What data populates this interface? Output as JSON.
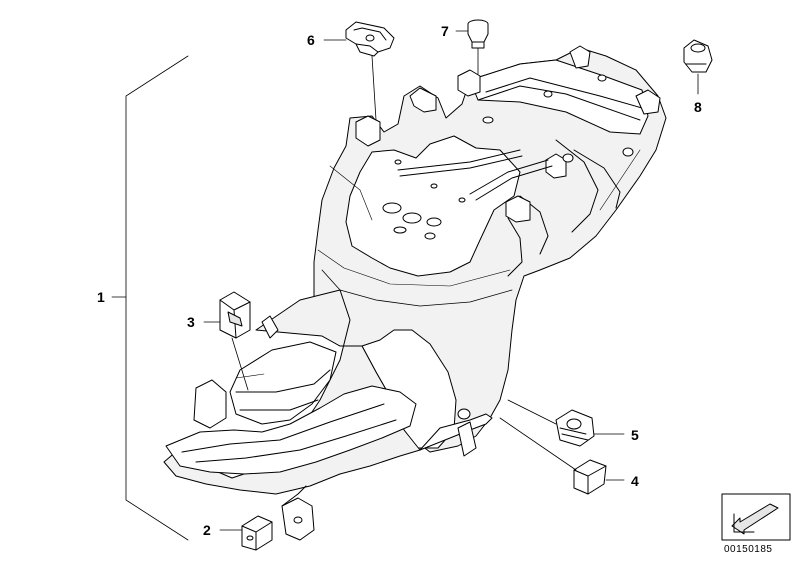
{
  "diagram": {
    "callouts": [
      {
        "id": "c1",
        "label": "1"
      },
      {
        "id": "c2",
        "label": "2"
      },
      {
        "id": "c3",
        "label": "3"
      },
      {
        "id": "c4",
        "label": "4"
      },
      {
        "id": "c5",
        "label": "5"
      },
      {
        "id": "c6",
        "label": "6"
      },
      {
        "id": "c7",
        "label": "7"
      },
      {
        "id": "c8",
        "label": "8"
      }
    ],
    "document_number": "00150185",
    "colors": {
      "line": "#000000",
      "fill": "#ffffff",
      "shade": "#e6e6e6"
    }
  }
}
